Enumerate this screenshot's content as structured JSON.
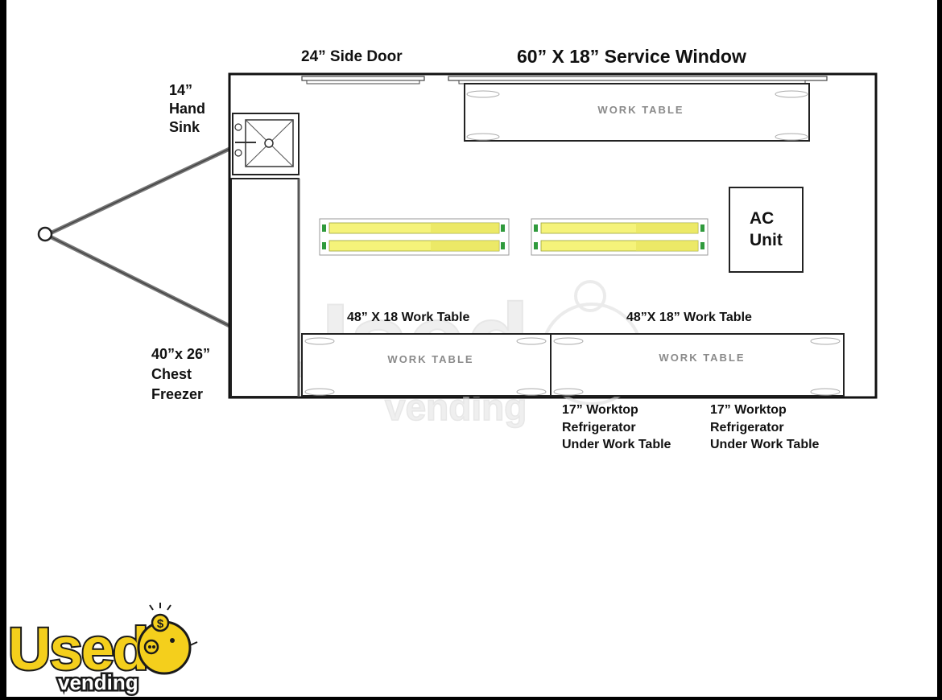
{
  "labels": {
    "side_door": "24” Side Door",
    "service_window": "60” X 18” Service Window",
    "hand_sink": "14”\nHand\nSink",
    "ac_unit": "AC\nUnit",
    "work_table_left": "48” X 18 Work Table",
    "work_table_right": "48”X 18” Work Table",
    "chest_freezer": "40”x 26”\nChest\nFreezer",
    "fridge_left": "17” Worktop\nRefrigerator\nUnder Work Table",
    "fridge_right": "17” Worktop\nRefrigerator\nUnder Work Table"
  },
  "table_text": "WORK TABLE",
  "watermark": {
    "brand": "Used",
    "sub": "vending"
  },
  "logo": {
    "brand": "Used",
    "sub": "vending",
    "coin_symbol": "$"
  },
  "colors": {
    "outline": "#111111",
    "light_yellow": "#f5f37a",
    "light_green": "#2f9a3c",
    "logo_yellow": "#f4cf1c",
    "logo_dark": "#1a1a1a",
    "watermark": "#e9e9e9"
  }
}
